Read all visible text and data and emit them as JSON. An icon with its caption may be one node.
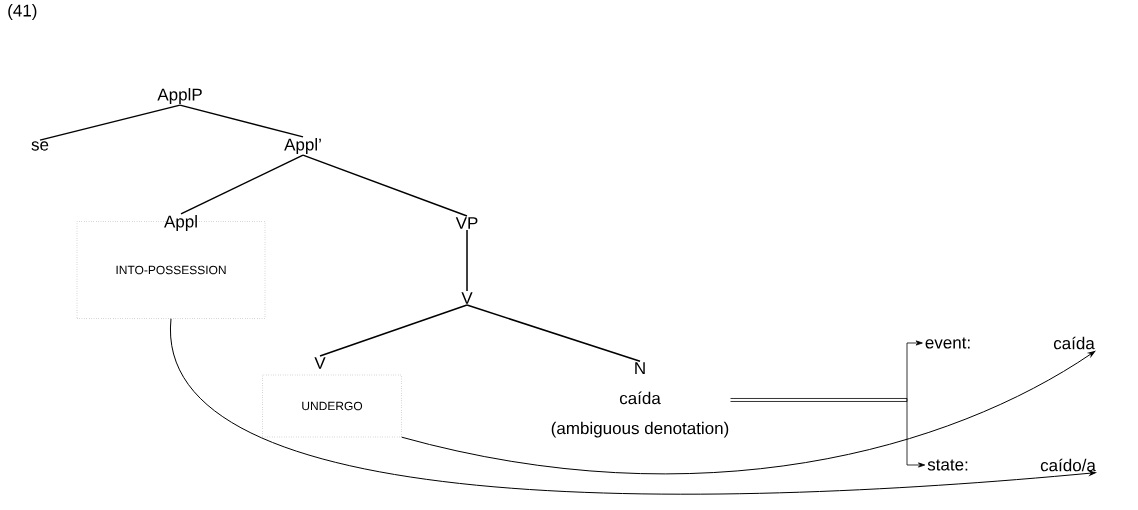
{
  "diagram": {
    "nodes": [
      {
        "text": [
          "ApplP"
        ]
      },
      {
        "text": [
          "se"
        ]
      },
      {
        "text": [
          "Appl’"
        ]
      },
      {
        "text": [
          "Appl"
        ]
      },
      {
        "text": [
          "INTO-POSSESSION"
        ]
      },
      {
        "text": [
          "VP"
        ]
      },
      {
        "text": [
          "V"
        ]
      },
      {
        "text": [
          "V"
        ]
      },
      {
        "text": [
          "UNDERGO"
        ]
      },
      {
        "text": [
          "N",
          "caída",
          "(ambiguous denotation)"
        ]
      },
      {
        "text": [
          "event:"
        ]
      },
      {
        "text": [
          "caída"
        ]
      },
      {
        "text": [
          "state:"
        ]
      },
      {
        "text": [
          "caído/a"
        ]
      }
    ],
    "edges": [
      {
        "from": 0,
        "to": 1,
        "arrow": "none"
      },
      {
        "from": 0,
        "to": 2,
        "arrow": "none"
      },
      {
        "from": 2,
        "to": 3,
        "arrow": "none"
      },
      {
        "from": 2,
        "to": 5,
        "arrow": "none"
      },
      {
        "from": 5,
        "to": 6,
        "arrow": "none"
      },
      {
        "from": 6,
        "to": 7,
        "arrow": "none"
      },
      {
        "from": 6,
        "to": 9,
        "arrow": "none"
      },
      {
        "from": 9,
        "to": 10,
        "arrow": "to"
      },
      {
        "from": 9,
        "to": 12,
        "arrow": "to"
      },
      {
        "from": 8,
        "to": 11,
        "arrow": "to"
      },
      {
        "from": 4,
        "to": 13,
        "arrow": "to"
      }
    ],
    "labels": [
      "(41)"
    ]
  }
}
